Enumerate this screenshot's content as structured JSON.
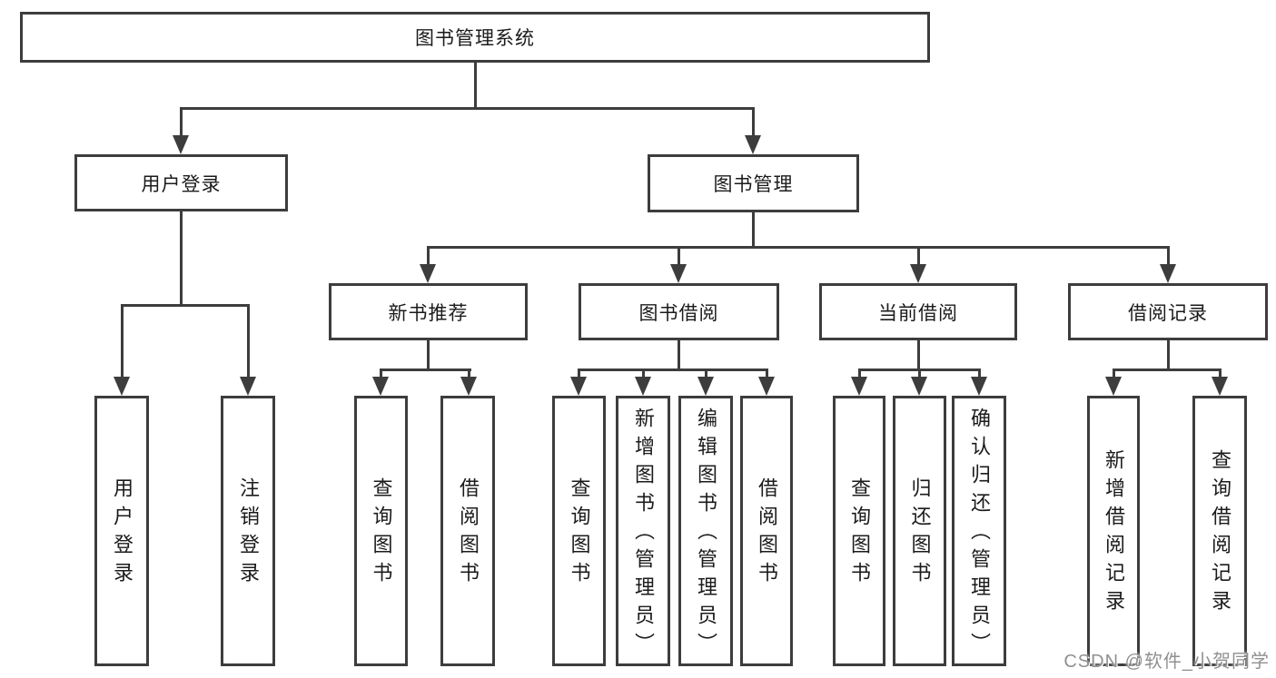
{
  "diagram": {
    "watermark": "CSDN @软件_小贺同学",
    "colors": {
      "line": "#3d3d3d",
      "text": "#1b1b1b",
      "watermark": "#909090",
      "background": "#ffffff"
    },
    "nodes": {
      "root": {
        "label": "图书管理系统"
      },
      "user_login": {
        "label": "用户登录"
      },
      "book_mgmt": {
        "label": "图书管理"
      },
      "new_book": {
        "label": "新书推荐"
      },
      "book_borrow": {
        "label": "图书借阅"
      },
      "current_borrow": {
        "label": "当前借阅"
      },
      "borrow_record": {
        "label": "借阅记录"
      },
      "leaf_user_login": {
        "label": "用户登录"
      },
      "leaf_logout": {
        "label": "注销登录"
      },
      "nb_query": {
        "label": "查询图书"
      },
      "nb_borrow": {
        "label": "借阅图书"
      },
      "bb_query": {
        "label": "查询图书"
      },
      "bb_add": {
        "label": "新增图书（管理员）"
      },
      "bb_edit": {
        "label": "编辑图书（管理员）"
      },
      "bb_borrow": {
        "label": "借阅图书"
      },
      "cb_query": {
        "label": "查询图书"
      },
      "cb_return": {
        "label": "归还图书"
      },
      "cb_confirm": {
        "label": "确认归还（管理员）"
      },
      "br_add": {
        "label": "新增借阅记录"
      },
      "br_query": {
        "label": "查询借阅记录"
      }
    }
  }
}
